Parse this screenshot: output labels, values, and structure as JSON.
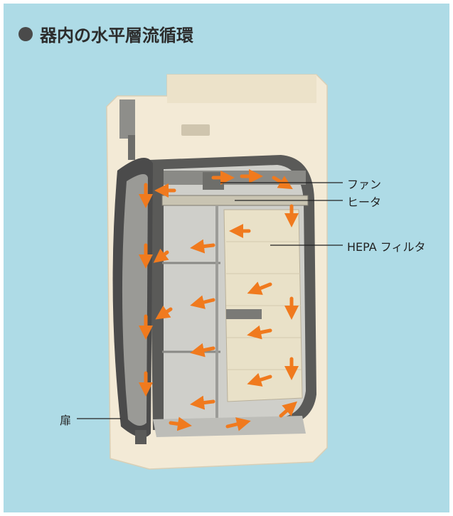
{
  "title": "器内の水平層流循環",
  "labels": {
    "fan": "ファン",
    "heater": "ヒータ",
    "hepa": "HEPA フィルタ",
    "door": "扉"
  },
  "colors": {
    "background": "#aedbe6",
    "cabinet": "#f3ead6",
    "interior": "#d6d6d2",
    "frame": "#4b4b4b",
    "filter": "#e9e1c8",
    "airflow": "#f07a1e"
  }
}
